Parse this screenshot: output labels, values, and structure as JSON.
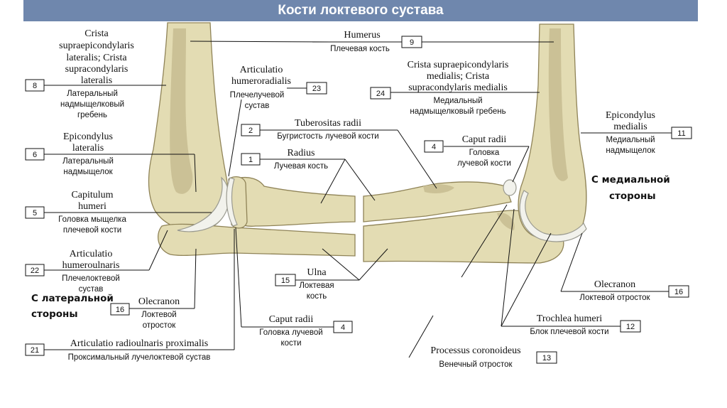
{
  "title": "Кости локтевого сустава",
  "side_labels": {
    "medial": [
      "С медиальной",
      "стороны"
    ],
    "lateral": [
      "С латеральной",
      "стороны"
    ]
  },
  "labels": [
    {
      "id": "humerus",
      "num": "9",
      "latin": [
        "Humerus"
      ],
      "russian": [
        "Плечевая кость"
      ]
    },
    {
      "id": "crista-lateralis",
      "num": "8",
      "latin": [
        "Crista",
        "supraepicondylaris",
        "lateralis; Crista",
        "supracondylaris",
        "lateralis"
      ],
      "russian": [
        "Латеральный",
        "надмыщелковый",
        "гребень"
      ]
    },
    {
      "id": "articulatio-humeroradialis",
      "num": "23",
      "latin": [
        "Articulatio",
        "humeroradialis"
      ],
      "russian": [
        "Плечелучевой",
        "сустав"
      ]
    },
    {
      "id": "crista-medialis",
      "num": "24",
      "latin": [
        "Crista supraepicondylaris",
        "medialis; Crista",
        "supracondylaris medialis"
      ],
      "russian": [
        "Медиальный",
        "надмыщелковый гребень"
      ]
    },
    {
      "id": "tuberositas-radii",
      "num": "2",
      "latin": [
        "Tuberositas radii"
      ],
      "russian": [
        "Бугристость лучевой кости"
      ]
    },
    {
      "id": "caput-radii-right",
      "num": "4",
      "latin": [
        "Caput radii"
      ],
      "russian": [
        "Головка",
        "лучевой кости"
      ]
    },
    {
      "id": "epicondylus-medialis",
      "num": "11",
      "latin": [
        "Epicondylus",
        "medialis"
      ],
      "russian": [
        "Медиальный",
        "надмыщелок"
      ]
    },
    {
      "id": "epicondylus-lateralis",
      "num": "6",
      "latin": [
        "Epicondylus",
        "lateralis"
      ],
      "russian": [
        "Латеральный",
        "надмыщелок"
      ]
    },
    {
      "id": "radius",
      "num": "1",
      "latin": [
        "Radius"
      ],
      "russian": [
        "Лучевая кость"
      ]
    },
    {
      "id": "capitulum-humeri",
      "num": "5",
      "latin": [
        "Capitulum",
        "humeri"
      ],
      "russian": [
        "Головка мыщелка",
        "плечевой кости"
      ]
    },
    {
      "id": "articulatio-humeroulnaris",
      "num": "22",
      "latin": [
        "Articulatio",
        "humeroulnaris"
      ],
      "russian": [
        "Плечелоктевой",
        "сустав"
      ]
    },
    {
      "id": "ulna",
      "num": "15",
      "latin": [
        "Ulna"
      ],
      "russian": [
        "Локтевая",
        "кость"
      ]
    },
    {
      "id": "olecranon-right",
      "num": "16",
      "latin": [
        "Olecranon"
      ],
      "russian": [
        "Локтевой отросток"
      ]
    },
    {
      "id": "olecranon-left",
      "num": "16",
      "latin": [
        "Olecranon"
      ],
      "russian": [
        "Локтевой",
        "отросток"
      ]
    },
    {
      "id": "trochlea-humeri",
      "num": "12",
      "latin": [
        "Trochlea humeri"
      ],
      "russian": [
        "Блок плечевой кости"
      ]
    },
    {
      "id": "caput-radii-bottom",
      "num": "4",
      "latin": [
        "Caput radii"
      ],
      "russian": [
        "Головка лучевой",
        "кости"
      ]
    },
    {
      "id": "articulatio-radioulnaris",
      "num": "21",
      "latin": [
        "Articulatio radioulnaris proximalis"
      ],
      "russian": [
        "Проксимальный лучелоктевой сустав"
      ]
    },
    {
      "id": "processus-coronoideus",
      "num": "13",
      "latin": [
        "Processus coronoideus"
      ],
      "russian": [
        "Венечный отросток"
      ]
    }
  ]
}
